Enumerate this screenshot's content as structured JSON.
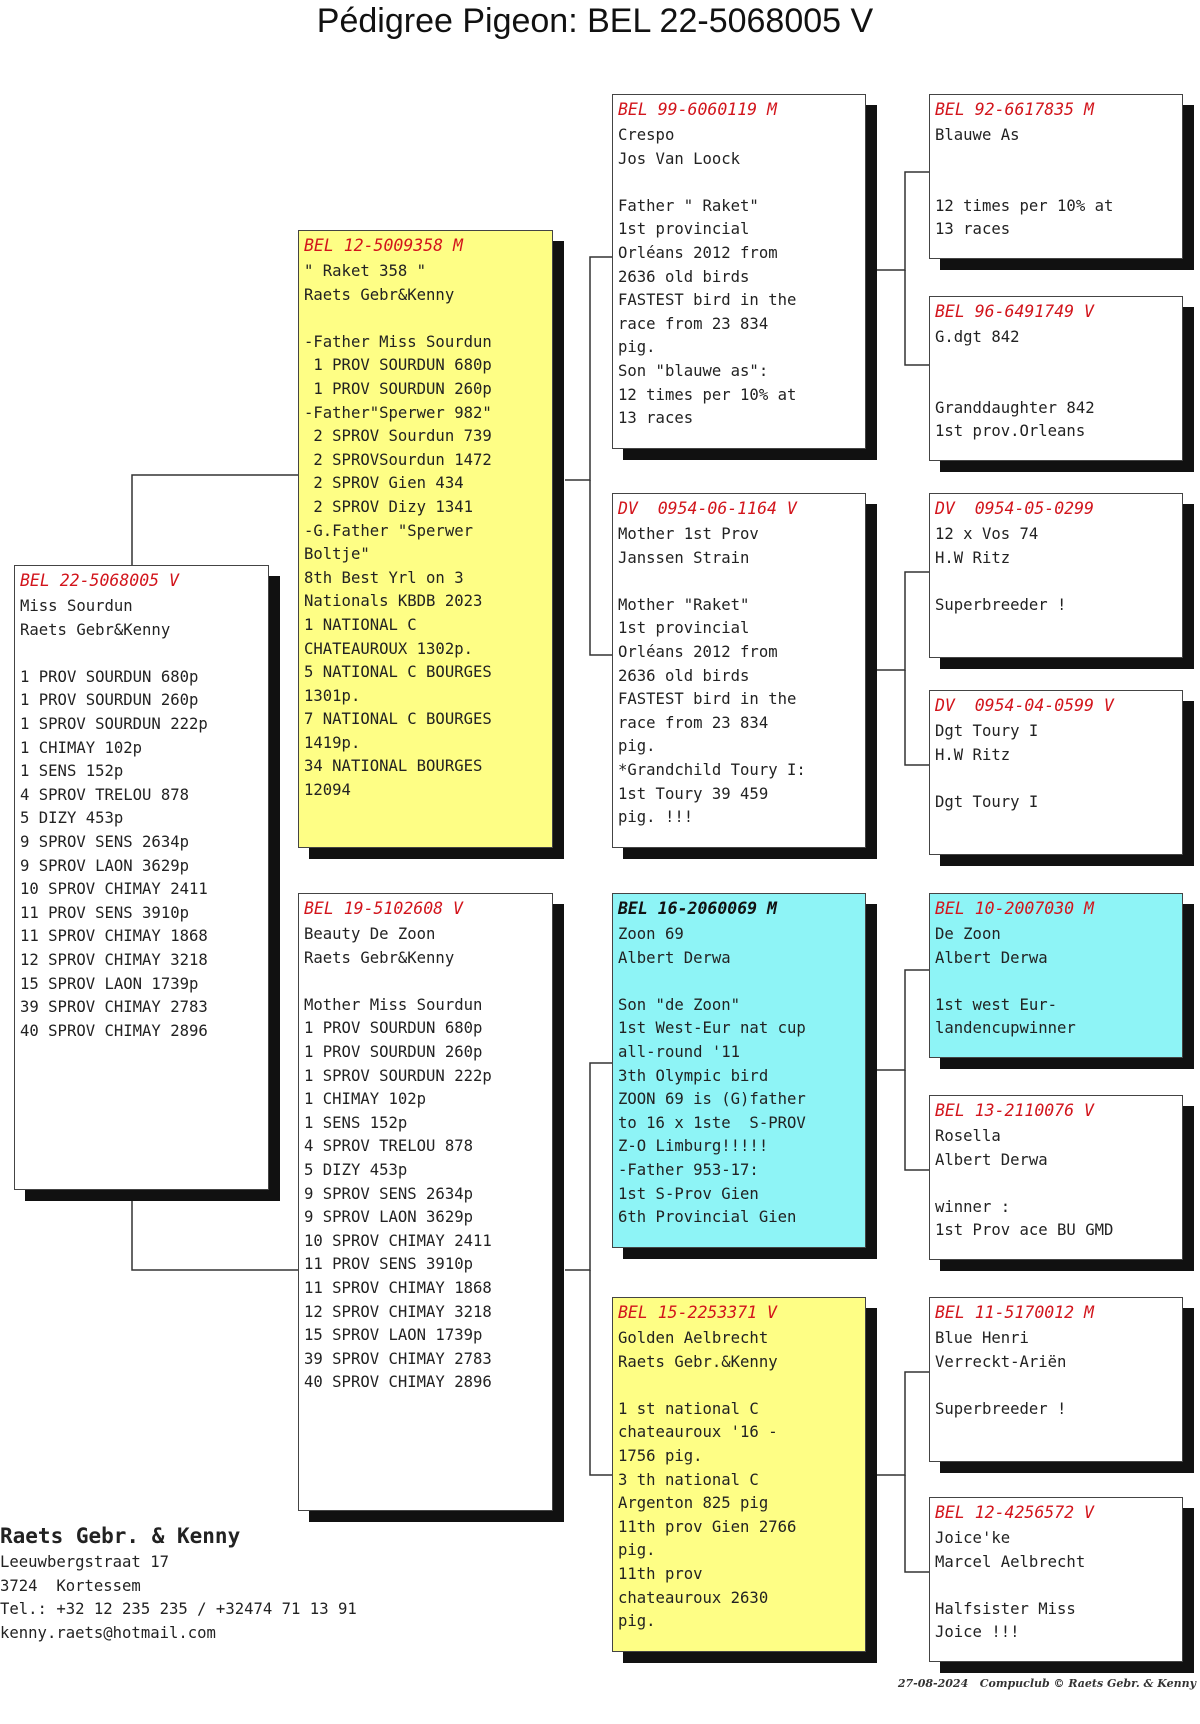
{
  "title": "Pédigree Pigeon: BEL 22-5068005 V",
  "pigeons": {
    "subject": {
      "ring": "BEL 22-5068005 V",
      "lines": [
        "Miss Sourdun",
        "Raets Gebr&Kenny",
        "",
        "1 PROV SOURDUN 680p",
        "1 PROV SOURDUN 260p",
        "1 SPROV SOURDUN 222p",
        "1 CHIMAY 102p",
        "1 SENS 152p",
        "4 SPROV TRELOU 878",
        "5 DIZY 453p",
        "9 SPROV SENS 2634p",
        "9 SPROV LAON 3629p",
        "10 SPROV CHIMAY 2411",
        "11 PROV SENS 3910p",
        "11 SPROV CHIMAY 1868",
        "12 SPROV CHIMAY 3218",
        "15 SPROV LAON 1739p",
        "39 SPROV CHIMAY 2783",
        "40 SPROV CHIMAY 2896"
      ]
    },
    "father": {
      "ring": "BEL 12-5009358 M",
      "lines": [
        "\" Raket 358 \"",
        "Raets Gebr&Kenny",
        "",
        "-Father Miss Sourdun",
        " 1 PROV SOURDUN 680p",
        " 1 PROV SOURDUN 260p",
        "-Father\"Sperwer 982\"",
        " 2 SPROV Sourdun 739",
        " 2 SPROVSourdun 1472",
        " 2 SPROV Gien 434",
        " 2 SPROV Dizy 1341",
        "-G.Father \"Sperwer",
        "Boltje\"",
        "8th Best Yrl on 3",
        "Nationals KBDB 2023",
        "1 NATIONAL C",
        "CHATEAUROUX 1302p.",
        "5 NATIONAL C BOURGES",
        "1301p.",
        "7 NATIONAL C BOURGES",
        "1419p.",
        "34 NATIONAL BOURGES",
        "12094"
      ]
    },
    "mother": {
      "ring": "BEL 19-5102608 V",
      "lines": [
        "Beauty De Zoon",
        "Raets Gebr&Kenny",
        "",
        "Mother Miss Sourdun",
        "1 PROV SOURDUN 680p",
        "1 PROV SOURDUN 260p",
        "1 SPROV SOURDUN 222p",
        "1 CHIMAY 102p",
        "1 SENS 152p",
        "4 SPROV TRELOU 878",
        "5 DIZY 453p",
        "9 SPROV SENS 2634p",
        "9 SPROV LAON 3629p",
        "10 SPROV CHIMAY 2411",
        "11 PROV SENS 3910p",
        "11 SPROV CHIMAY 1868",
        "12 SPROV CHIMAY 3218",
        "15 SPROV LAON 1739p",
        "39 SPROV CHIMAY 2783",
        "40 SPROV CHIMAY 2896"
      ]
    },
    "ff": {
      "ring": "BEL 99-6060119 M",
      "lines": [
        "Crespo",
        "Jos Van Loock",
        "",
        "Father \" Raket\"",
        "1st provincial",
        "Orléans 2012 from",
        "2636 old birds",
        "FASTEST bird in the",
        "race from 23 834",
        "pig.",
        "Son \"blauwe as\":",
        "12 times per 10% at",
        "13 races"
      ]
    },
    "fm": {
      "ring": "DV  0954-06-1164 V",
      "lines": [
        "Mother 1st Prov",
        "Janssen Strain",
        "",
        "Mother \"Raket\"",
        "1st provincial",
        "Orléans 2012 from",
        "2636 old birds",
        "FASTEST bird in the",
        "race from 23 834",
        "pig.",
        "*Grandchild Toury I:",
        "1st Toury 39 459",
        "pig. !!!"
      ]
    },
    "mf": {
      "ring": "BEL 16-2060069 M",
      "lines": [
        "Zoon 69",
        "Albert Derwa",
        "",
        "Son \"de Zoon\"",
        "1st West-Eur nat cup",
        "all-round '11",
        "3th Olympic bird",
        "ZOON 69 is (G)father",
        "to 16 x 1ste  S-PROV",
        "Z-O Limburg!!!!!",
        "-Father 953-17:",
        "1st S-Prov Gien",
        "6th Provincial Gien"
      ]
    },
    "mm": {
      "ring": "BEL 15-2253371 V",
      "lines": [
        "Golden Aelbrecht",
        "Raets Gebr.&Kenny",
        "",
        "1 st national C",
        "chateauroux '16 -",
        "1756 pig.",
        "3 th national C",
        "Argenton 825 pig",
        "11th prov Gien 2766",
        "pig.",
        "11th prov",
        "chateauroux 2630",
        "pig."
      ]
    },
    "fff": {
      "ring": "BEL 92-6617835 M",
      "lines": [
        "Blauwe As",
        "",
        "",
        "12 times per 10% at",
        "13 races"
      ]
    },
    "ffm": {
      "ring": "BEL 96-6491749 V",
      "lines": [
        "G.dgt 842",
        "",
        "",
        "Granddaughter 842",
        "1st prov.Orleans"
      ]
    },
    "fmf": {
      "ring": "DV  0954-05-0299",
      "lines": [
        "12 x Vos 74",
        "H.W Ritz",
        "",
        "Superbreeder !"
      ]
    },
    "fmm": {
      "ring": "DV  0954-04-0599 V",
      "lines": [
        "Dgt Toury I",
        "H.W Ritz",
        "",
        "Dgt Toury I"
      ]
    },
    "mff": {
      "ring": "BEL 10-2007030 M",
      "lines": [
        "De Zoon",
        "Albert Derwa",
        "",
        "1st west Eur-",
        "landencupwinner"
      ]
    },
    "mfm": {
      "ring": "BEL 13-2110076 V",
      "lines": [
        "Rosella",
        "Albert Derwa",
        "",
        "winner :",
        "1st Prov ace BU GMD"
      ]
    },
    "mmf": {
      "ring": "BEL 11-5170012 M",
      "lines": [
        "Blue Henri",
        "Verreckt-Ariën",
        "",
        "Superbreeder !"
      ]
    },
    "mmm": {
      "ring": "BEL 12-4256572 V",
      "lines": [
        "Joice'ke",
        "Marcel Aelbrecht",
        "",
        "Halfsister Miss",
        "Joice !!!"
      ]
    }
  },
  "breeder": {
    "name": "Raets Gebr. & Kenny",
    "street": "Leeuwbergstraat 17",
    "city": "3724  Kortessem",
    "phone": "Tel.: +32 12 235 235 / +32474 71 13 91",
    "email": "kenny.raets@hotmail.com"
  },
  "footer": "27-08-2024   Compuclub © Raets Gebr. & Kenny",
  "colors": {
    "ring_red": "#d2141b",
    "yellow": "#fefe85",
    "cyan": "#8ef4f6"
  }
}
